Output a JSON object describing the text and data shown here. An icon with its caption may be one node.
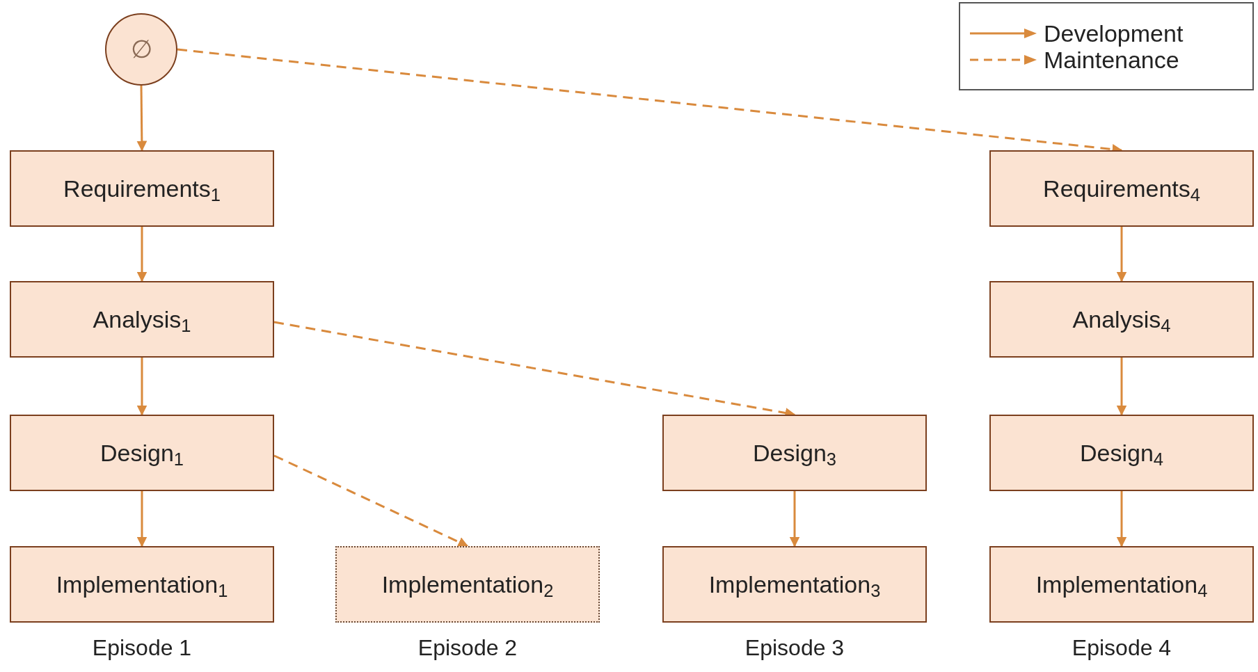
{
  "diagram": {
    "nodes": [
      {
        "text": [
          "∅"
        ]
      },
      {
        "text": [
          "Requirements$_{1}$"
        ]
      },
      {
        "text": [
          "Requirements$_{4}$"
        ]
      },
      {
        "text": [
          "Analysis$_{1}$"
        ]
      },
      {
        "text": [
          "Analysis$_{4}$"
        ]
      },
      {
        "text": [
          "Design$_{1}$"
        ]
      },
      {
        "text": [
          "Design$_{3}$"
        ]
      },
      {
        "text": [
          "Design$_{4}$"
        ]
      },
      {
        "text": [
          "Implementation$_{1}$"
        ]
      },
      {
        "text": [
          "Implementation$_{2}$"
        ]
      },
      {
        "text": [
          "Implementation$_{3}$"
        ]
      },
      {
        "text": [
          "Implementation$_{4}$"
        ]
      }
    ],
    "edges": [
      {
        "from": 0,
        "to": 1,
        "arrow": "to"
      },
      {
        "from": 0,
        "to": 2,
        "arrow": "to",
        "style": "dashed"
      },
      {
        "from": 1,
        "to": 3,
        "arrow": "to"
      },
      {
        "from": 3,
        "to": 5,
        "arrow": "to"
      },
      {
        "from": 5,
        "to": 8,
        "arrow": "to"
      },
      {
        "from": 3,
        "to": 6,
        "arrow": "to",
        "style": "dashed"
      },
      {
        "from": 5,
        "to": 9,
        "arrow": "to",
        "style": "dashed"
      },
      {
        "from": 6,
        "to": 10,
        "arrow": "to"
      },
      {
        "from": 2,
        "to": 4,
        "arrow": "to"
      },
      {
        "from": 4,
        "to": 7,
        "arrow": "to"
      },
      {
        "from": 7,
        "to": 11,
        "arrow": "to"
      }
    ],
    "labels": [
      "Episode 1",
      "Episode 2",
      "Episode 3",
      "Episode 4"
    ],
    "legend": [
      {
        "text": "Development"
      },
      {
        "text": "Maintenance"
      }
    ]
  }
}
